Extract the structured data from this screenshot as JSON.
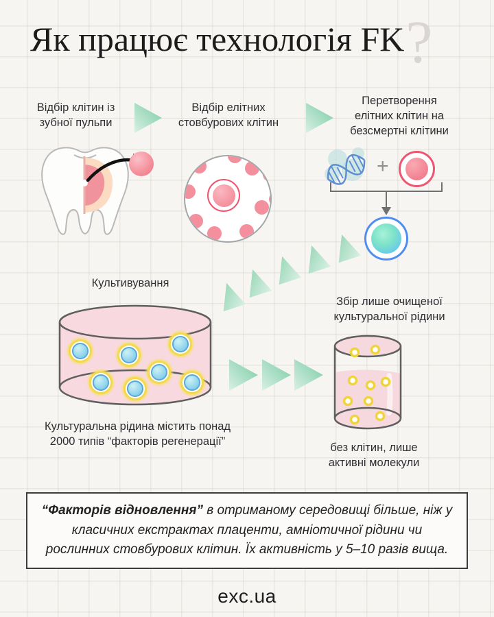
{
  "title": {
    "text": "Як працює технологія FK",
    "question_mark": "?"
  },
  "steps": [
    {
      "lines": [
        "Відбір клітин із",
        "зубної пульпи"
      ]
    },
    {
      "lines": [
        "Відбір елітних",
        "стовбурових клітин"
      ]
    },
    {
      "lines": [
        "Перетворення",
        "елітних клітин на",
        "безсмертні клітини"
      ]
    }
  ],
  "plus_sign": "+",
  "cultivation": {
    "label": "Культивування",
    "caption_lines": [
      "Культуральна рідина містить понад",
      "2000 типів “факторів регенерації”"
    ]
  },
  "collection": {
    "label_lines": [
      "Збір лише очищеної",
      "культуральної рідини"
    ],
    "note_lines": [
      "без клітин, лише",
      "активні молекули"
    ]
  },
  "callout": {
    "bold": "“Факторів відновлення”",
    "rest": " в отриманому середовищі більше, ніж у класичних екстрактах плаценти, амніотичної рідини чи рослинних стовбурових клітин. Їх активність у 5–10 разів вища."
  },
  "footer": {
    "site": "exc.ua"
  },
  "icons": [
    "tooth-icon",
    "pulp-cell-icon",
    "stem-cells-circle-icon",
    "dna-icon",
    "immortal-cell-icon",
    "petri-dish-icon",
    "culture-cup-icon",
    "arrow-triangle-icon"
  ],
  "colors": {
    "background": "#f7f5f2",
    "grid_line": "#cdc7be",
    "text": "#2e2e32",
    "mint_arrow": "#8ad1ac",
    "pink_cell": "#f2838f",
    "red_ring": "#ee5570",
    "blue_ring": "#4f8df2",
    "cyan_cell": "#7ee3c9",
    "dish_liquid": "#f8d9e0",
    "yellow_glow": "#f2d94e",
    "outline_gray": "#5f5f5f",
    "question_mark_gray": "#d8d5d2"
  }
}
